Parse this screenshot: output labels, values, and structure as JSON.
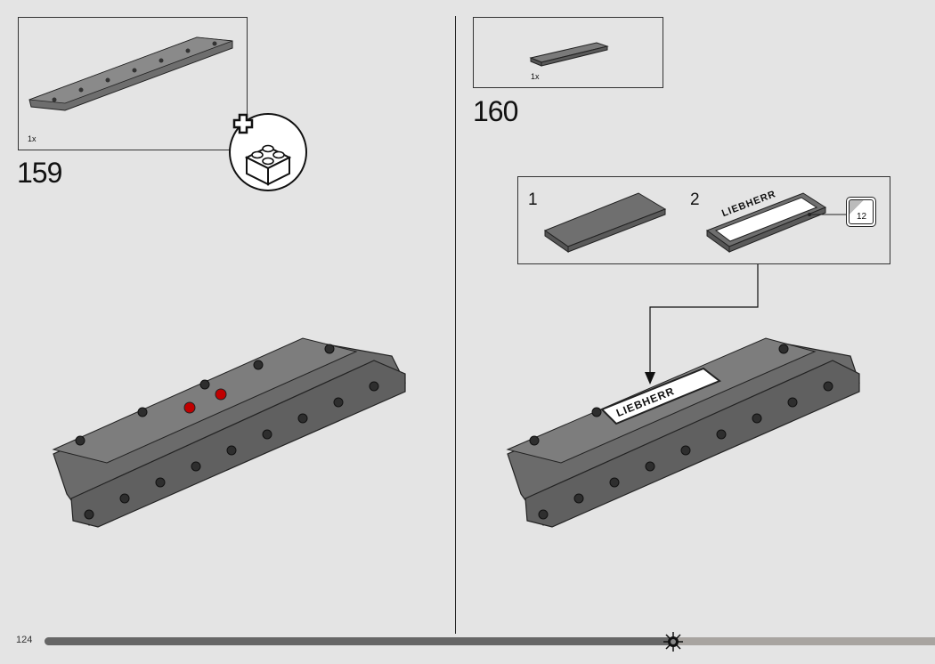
{
  "page": {
    "number": "124",
    "progress": 0.71
  },
  "step_159": {
    "number": "159",
    "parts": [
      {
        "quantity": "1x",
        "icon": "technic-liftarm-thick-frame"
      }
    ],
    "badge_icon": "add-brick-icon"
  },
  "step_160": {
    "number": "160",
    "parts": [
      {
        "quantity": "1x",
        "icon": "tile-2x6-dark-gray"
      }
    ],
    "sub_assembly": {
      "steps": [
        {
          "number": "1",
          "icon": "tile-2x6"
        },
        {
          "number": "2",
          "icon": "tile-with-sticker",
          "sticker_text": "LIEBHERR",
          "sticker_number": "12"
        }
      ]
    },
    "model_sticker_text": "LIEBHERR"
  },
  "colors": {
    "background": "#e4e4e4",
    "part_gray": "#6b6b6b",
    "progress_done": "#666666",
    "progress_todo": "#a8a4a0",
    "red_pin": "#c00000"
  }
}
